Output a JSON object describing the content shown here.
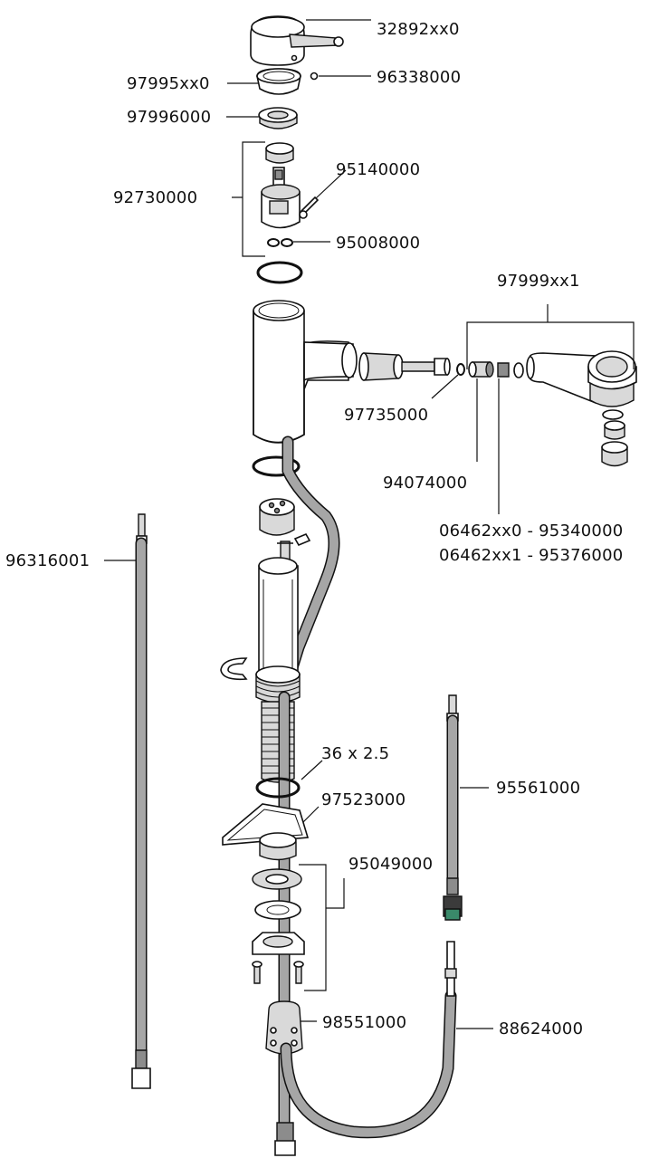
{
  "labels": {
    "handle": "32892xx0",
    "setscrew": "96338000",
    "cover_cap": "97995xx0",
    "nut": "97996000",
    "cartridge": "92730000",
    "screw": "95140000",
    "orings": "95008000",
    "spray_head": "97999xx1",
    "connector": "97735000",
    "check_valve": "94074000",
    "aerator_1": "06462xx0 - 95340000",
    "aerator_2": "06462xx1 - 95376000",
    "supply_hose_left": "96316001",
    "oring_size": "36 x 2.5",
    "base_plate": "97523000",
    "mounting_set": "95049000",
    "supply_hose_right": "95561000",
    "weight": "98551000",
    "pullout_hose": "88624000"
  }
}
